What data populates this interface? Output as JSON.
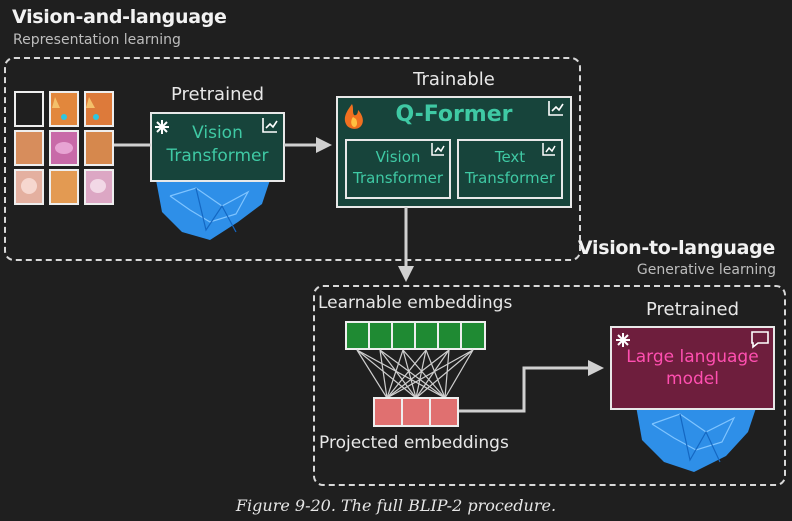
{
  "stage1": {
    "title": "Vision-and-language",
    "subtitle": "Representation learning"
  },
  "stage2": {
    "title": "Vision-to-language",
    "subtitle": "Generative learning"
  },
  "vit_left": {
    "header": "Pretrained",
    "line1": "Vision",
    "line2": "Transformer"
  },
  "qformer": {
    "header": "Trainable",
    "title": "Q-Former",
    "vision_line1": "Vision",
    "vision_line2": "Transformer",
    "text_line1": "Text",
    "text_line2": "Transformer"
  },
  "embeddings": {
    "learnable": "Learnable embeddings",
    "projected": "Projected embeddings"
  },
  "llm": {
    "header": "Pretrained",
    "line1": "Large language",
    "line2": "model"
  },
  "caption": "Figure 9-20. The full BLIP-2 procedure.",
  "colors": {
    "background": "#1f1f1f",
    "teal_box": "#17443b",
    "teal_text": "#3fc9a4",
    "llm_box": "#6e1e3d",
    "llm_text": "#ff4fb0",
    "learnable_cell": "#1f8a33",
    "projected_cell": "#e07070",
    "frozen_brain": "#2e8fe8"
  },
  "icons": [
    "snowflake-icon",
    "fire-icon",
    "chart-icon",
    "chat-icon"
  ]
}
